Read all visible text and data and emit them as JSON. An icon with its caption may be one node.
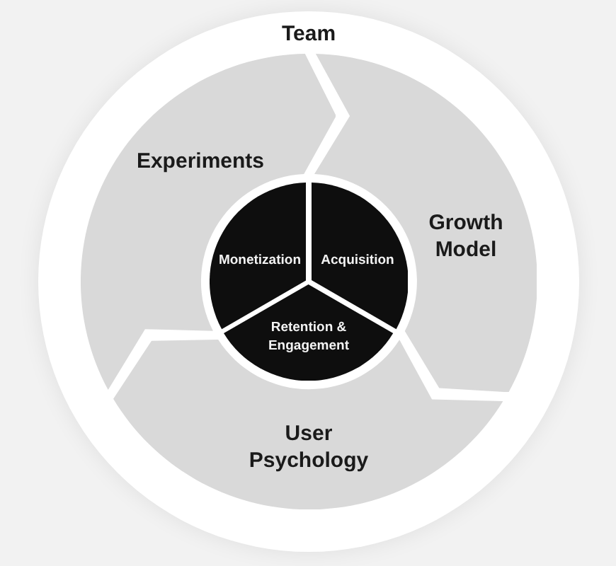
{
  "diagram": {
    "nodes": [
      {
        "text": [
          "Team"
        ]
      },
      {
        "text": [
          "Experiments"
        ],
        "in": 0
      },
      {
        "text": [
          "Growth Model"
        ],
        "in": 0
      },
      {
        "text": [
          "Monetization"
        ],
        "in": 0
      },
      {
        "text": [
          "Acquisition"
        ],
        "in": 0
      },
      {
        "text": [
          "Retention & Engagement"
        ],
        "in": 0
      },
      {
        "text": [
          "User Psychology"
        ],
        "in": 0
      }
    ]
  }
}
